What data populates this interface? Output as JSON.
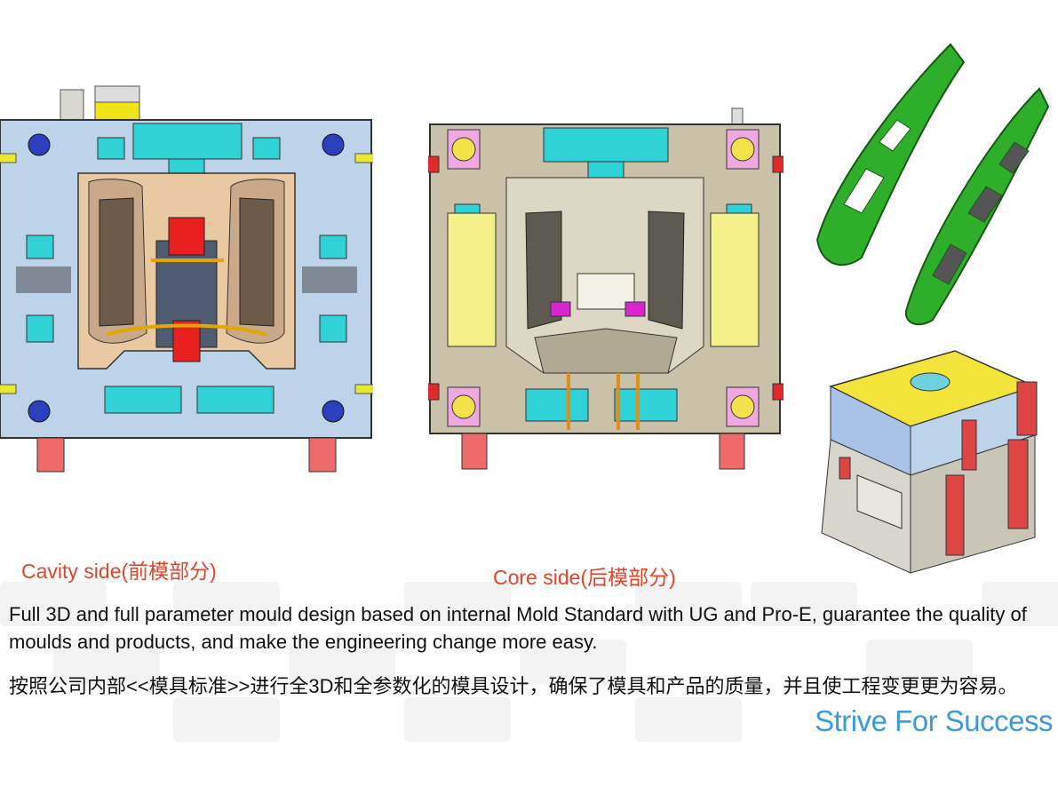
{
  "captions": {
    "cavity": "Cavity side(前模部分)",
    "core": "Core side(后模部分)"
  },
  "description": {
    "english": "Full 3D and full parameter mould design based on internal Mold Standard with UG and Pro-E, guarantee the quality of moulds and products, and make the engineering change more easy.",
    "chinese": "按照公司内部<<模具标准>>进行全3D和全参数化的模具设计，确保了模具和产品的质量，并且使工程变更更为容易。"
  },
  "slogan": "Strive For Success",
  "colors": {
    "caption": "#e8442a",
    "slogan": "#3a9bdc",
    "plate_blue": "#bcd3ea",
    "cyan_block": "#2fd2d6",
    "product_green": "#2fae2a",
    "yellow_plate": "#f2e43a",
    "red_block": "#e24a4a"
  }
}
